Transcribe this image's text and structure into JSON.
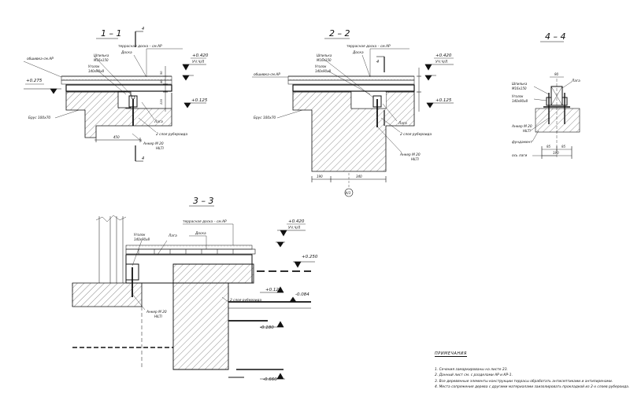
{
  "section_1": {
    "title": "1 – 1",
    "cut_mark_top": "4",
    "cut_mark_bottom": "4",
    "label_terrace_board": "террасная доска – см.АР",
    "label_board": "Доска",
    "label_vent": "обшивка-см.АР",
    "label_stud": "Шпилька",
    "label_stud_size": "М16х150",
    "label_angle": "Уголок",
    "label_angle_size": "140х90х8",
    "label_beam": "Брус 100х70",
    "label_log": "Лага",
    "label_roofing": "2 слоя рубероида",
    "label_anchor": "Анкер М 20",
    "label_anchor_note": "HILTI",
    "elev_top": "+0.420",
    "elev_top_note": "УЧ.Ч/Л",
    "elev_mid": "+0.125",
    "elev_left": "+0.275",
    "dim_450": "450",
    "dim_v": [
      "50",
      "40",
      "220"
    ]
  },
  "section_2": {
    "title": "2 – 2",
    "label_terrace_board": "террасная доска – см.АР",
    "label_board": "Доска",
    "label_vent": "обшивка-см.АР",
    "label_stud": "Шпилька",
    "label_stud_size": "М16х150",
    "label_angle": "Уголок",
    "label_angle_size": "140х90х8",
    "label_beam": "Брус 100х70",
    "label_log": "Лага",
    "label_roofing": "2 слоя рубероида",
    "label_anchor": "Анкер М 20",
    "label_anchor_note": "HILTI",
    "cut_mark": "4",
    "elev_top": "+0.420",
    "elev_top_note": "УЧ.Ч/Л",
    "elev_mid": "+0.125",
    "dim_190": "190",
    "dim_340": "340",
    "axis_mark": "А/3"
  },
  "section_4": {
    "title": "4 – 4",
    "label_log": "Лага",
    "label_stud": "Шпилька",
    "label_stud_size": "М16х150",
    "label_angle": "Уголок",
    "label_angle_size": "140х90х8",
    "label_anchor": "Анкер М 20",
    "label_anchor_note": "HILTI",
    "label_foundation": "фундамент",
    "label_axis": "ось лаги",
    "dim_top": "90",
    "dim_95a": "95",
    "dim_95b": "95",
    "dim_190": "190"
  },
  "section_3": {
    "title": "3 – 3",
    "label_terrace_board": "террасная доска – см.АР",
    "label_board": "Доска",
    "label_angle": "Уголок",
    "label_angle_size": "140х90х8",
    "label_log": "Лага",
    "label_roofing": "2 слоя рубероида",
    "label_anchor": "Анкер М 20",
    "label_anchor_note": "HILTI",
    "elev_top": "+0.420",
    "elev_top_note": "УЧ.Ч/Л",
    "elev_250": "+0.250",
    "elev_125": "+0.125",
    "elev_084": "-0.084",
    "elev_180": "-0.180",
    "elev_660": "-0.660"
  },
  "notes": {
    "title": "ПРИМЕЧАНИЯ",
    "items": [
      "1. Сечения замаркированы на листе 23.",
      "2. Данный лист см. с разделами АР и КР-1.",
      "3. Все деревянные элементы конструкции террасы обработать антисептиками и антипиренами.",
      "4. Места сопряжения дерева с другими материалами заизолировать прокладкой из 2-х слоев рубероида."
    ]
  }
}
